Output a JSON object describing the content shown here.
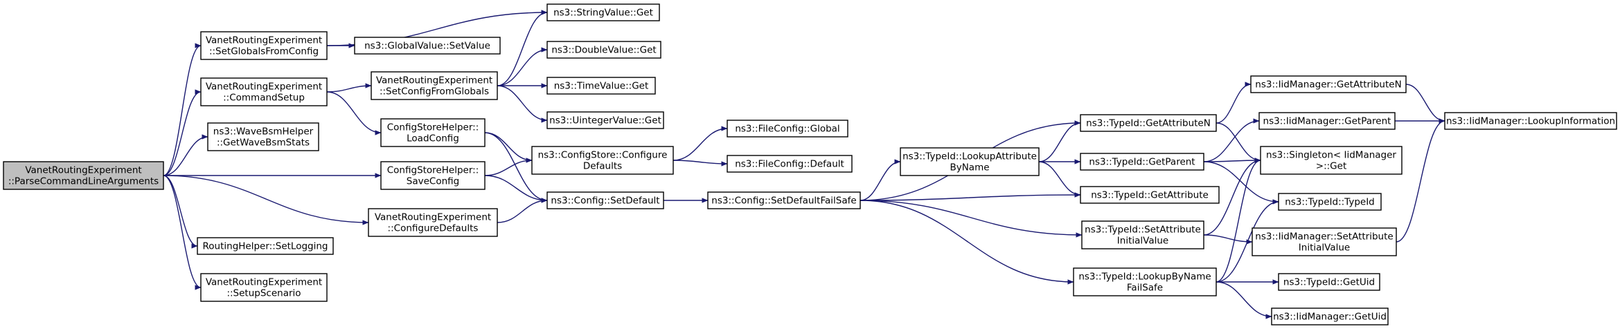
{
  "diagram": {
    "nodes": [
      {
        "id": "root",
        "lines": [
          "VanetRoutingExperiment",
          "::ParseCommandLineArguments"
        ],
        "root": true
      },
      {
        "id": "setGlobals",
        "lines": [
          "VanetRoutingExperiment",
          "::SetGlobalsFromConfig"
        ]
      },
      {
        "id": "cmdSetup",
        "lines": [
          "VanetRoutingExperiment",
          "::CommandSetup"
        ]
      },
      {
        "id": "waveBsm",
        "lines": [
          "ns3::WaveBsmHelper",
          "::GetWaveBsmStats"
        ]
      },
      {
        "id": "csLoad",
        "lines": [
          "ConfigStoreHelper::",
          "LoadConfig"
        ]
      },
      {
        "id": "csSave",
        "lines": [
          "ConfigStoreHelper::",
          "SaveConfig"
        ]
      },
      {
        "id": "confDefaults",
        "lines": [
          "VanetRoutingExperiment",
          "::ConfigureDefaults"
        ]
      },
      {
        "id": "rhLogging",
        "lines": [
          "RoutingHelper::SetLogging"
        ]
      },
      {
        "id": "setupScenario",
        "lines": [
          "VanetRoutingExperiment",
          "::SetupScenario"
        ]
      },
      {
        "id": "gvSetValue",
        "lines": [
          "ns3::GlobalValue::SetValue"
        ]
      },
      {
        "id": "setConfigGlobals",
        "lines": [
          "VanetRoutingExperiment",
          "::SetConfigFromGlobals"
        ]
      },
      {
        "id": "stringGet",
        "lines": [
          "ns3::StringValue::Get"
        ]
      },
      {
        "id": "doubleGet",
        "lines": [
          "ns3::DoubleValue::Get"
        ]
      },
      {
        "id": "timeGet",
        "lines": [
          "ns3::TimeValue::Get"
        ]
      },
      {
        "id": "uintGet",
        "lines": [
          "ns3::UintegerValue::Get"
        ]
      },
      {
        "id": "csConfigure",
        "lines": [
          "ns3::ConfigStore::Configure",
          "Defaults"
        ]
      },
      {
        "id": "configSetDefault",
        "lines": [
          "ns3::Config::SetDefault"
        ]
      },
      {
        "id": "fcGlobal",
        "lines": [
          "ns3::FileConfig::Global"
        ]
      },
      {
        "id": "fcDefault",
        "lines": [
          "ns3::FileConfig::Default"
        ]
      },
      {
        "id": "setDefaultFailSafe",
        "lines": [
          "ns3::Config::SetDefaultFailSafe"
        ]
      },
      {
        "id": "lookupAttrByName",
        "lines": [
          "ns3::TypeId::LookupAttribute",
          "ByName"
        ]
      },
      {
        "id": "tidGetAttrN",
        "lines": [
          "ns3::TypeId::GetAttributeN"
        ]
      },
      {
        "id": "tidGetParent",
        "lines": [
          "ns3::TypeId::GetParent"
        ]
      },
      {
        "id": "tidGetAttr",
        "lines": [
          "ns3::TypeId::GetAttribute"
        ]
      },
      {
        "id": "tidSetAttrInit",
        "lines": [
          "ns3::TypeId::SetAttribute",
          "InitialValue"
        ]
      },
      {
        "id": "lookupByNameFS",
        "lines": [
          "ns3::TypeId::LookupByName",
          "FailSafe"
        ]
      },
      {
        "id": "imGetAttrN",
        "lines": [
          "ns3::IidManager::GetAttributeN"
        ]
      },
      {
        "id": "imGetParent",
        "lines": [
          "ns3::IidManager::GetParent"
        ]
      },
      {
        "id": "singletonGet",
        "lines": [
          "ns3::Singleton< IidManager",
          " >::Get"
        ]
      },
      {
        "id": "tidTypeId",
        "lines": [
          "ns3::TypeId::TypeId"
        ]
      },
      {
        "id": "imSetAttrInit",
        "lines": [
          "ns3::IidManager::SetAttribute",
          "InitialValue"
        ]
      },
      {
        "id": "tidGetUid",
        "lines": [
          "ns3::TypeId::GetUid"
        ]
      },
      {
        "id": "imGetUid",
        "lines": [
          "ns3::IidManager::GetUid"
        ]
      },
      {
        "id": "imLookupInfo",
        "lines": [
          "ns3::IidManager::LookupInformation"
        ]
      }
    ],
    "colors": {
      "edge": "#191970",
      "box_border": "#000000",
      "root_fill": "#bfbfbf",
      "box_fill": "#ffffff"
    }
  }
}
